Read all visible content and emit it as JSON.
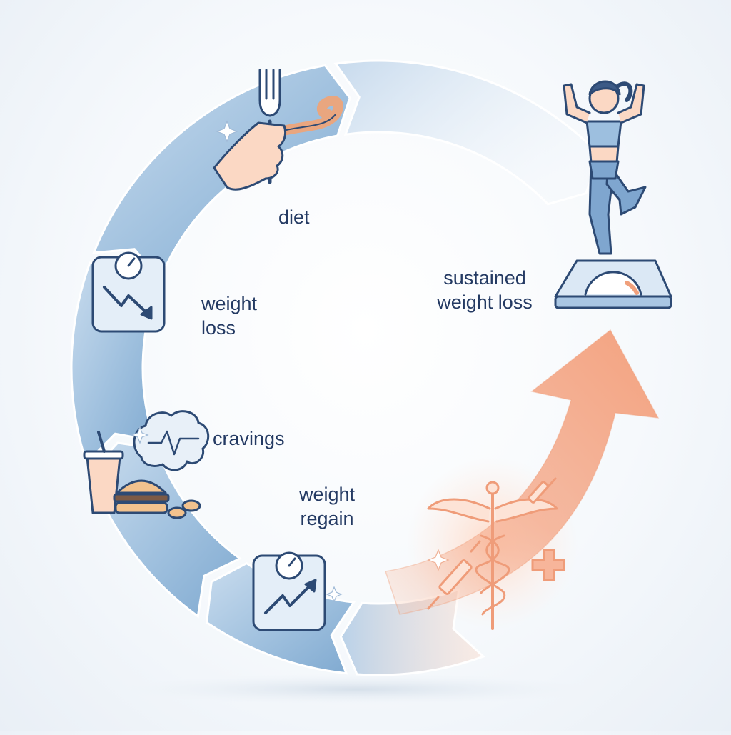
{
  "cycle": {
    "stages": [
      {
        "label": "diet",
        "icon": "fork-measuring-tape-icon"
      },
      {
        "label": "weight\nloss",
        "icon": "scale-down-trend-icon"
      },
      {
        "label": "cravings",
        "icon": "brain-junk-food-icon"
      },
      {
        "label": "weight\nregain",
        "icon": "scale-up-trend-icon"
      }
    ]
  },
  "outcome": {
    "label": "sustained\nweight loss",
    "icon": "flexing-woman-on-scale-icon"
  },
  "intervention": {
    "icons": [
      "caduceus-icon",
      "syringe-icon",
      "medical-cross-icon"
    ]
  },
  "colors": {
    "segment_blue": "#9fc0de",
    "segment_blue_dark": "#6e9cc6",
    "outline_navy": "#2d4a74",
    "arrow_orange": "#f3a27f",
    "text_navy": "#243a63",
    "figure_blue": "#7fa6cf"
  }
}
